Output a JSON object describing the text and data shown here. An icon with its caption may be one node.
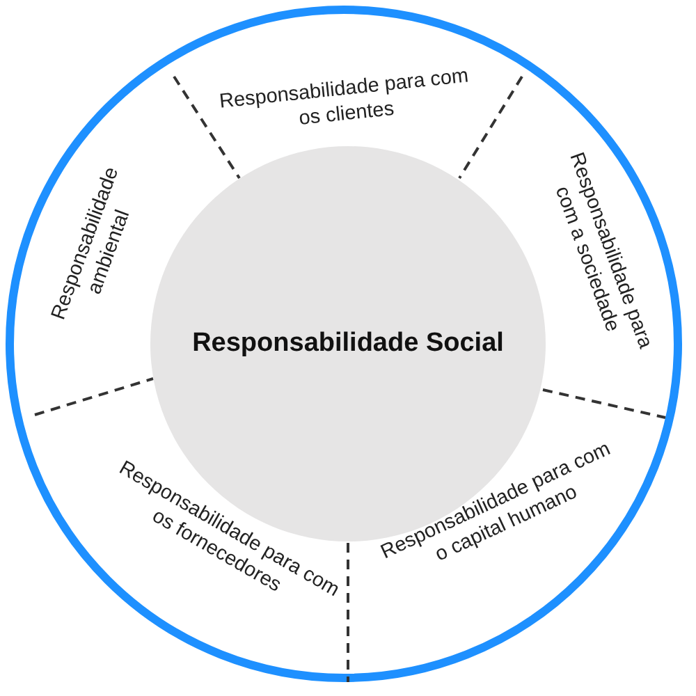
{
  "diagram": {
    "nodes": [
      {
        "text": [],
        "shape": "circle"
      },
      {
        "text": [
          "Responsabilidade para com os clientes"
        ],
        "in": 0
      },
      {
        "text": [
          "Responsabilidade ambiental"
        ],
        "in": 0
      },
      {
        "text": [
          "Responsabilidade para com a sociedade"
        ],
        "in": 0
      },
      {
        "text": [
          "Responsabilidade Social"
        ],
        "in": 0
      },
      {
        "text": [
          "Responsabilidade para com os fornecedores"
        ],
        "in": 0
      },
      {
        "text": [
          "Responsabilidade para com o capital humano"
        ],
        "in": 0
      }
    ]
  }
}
